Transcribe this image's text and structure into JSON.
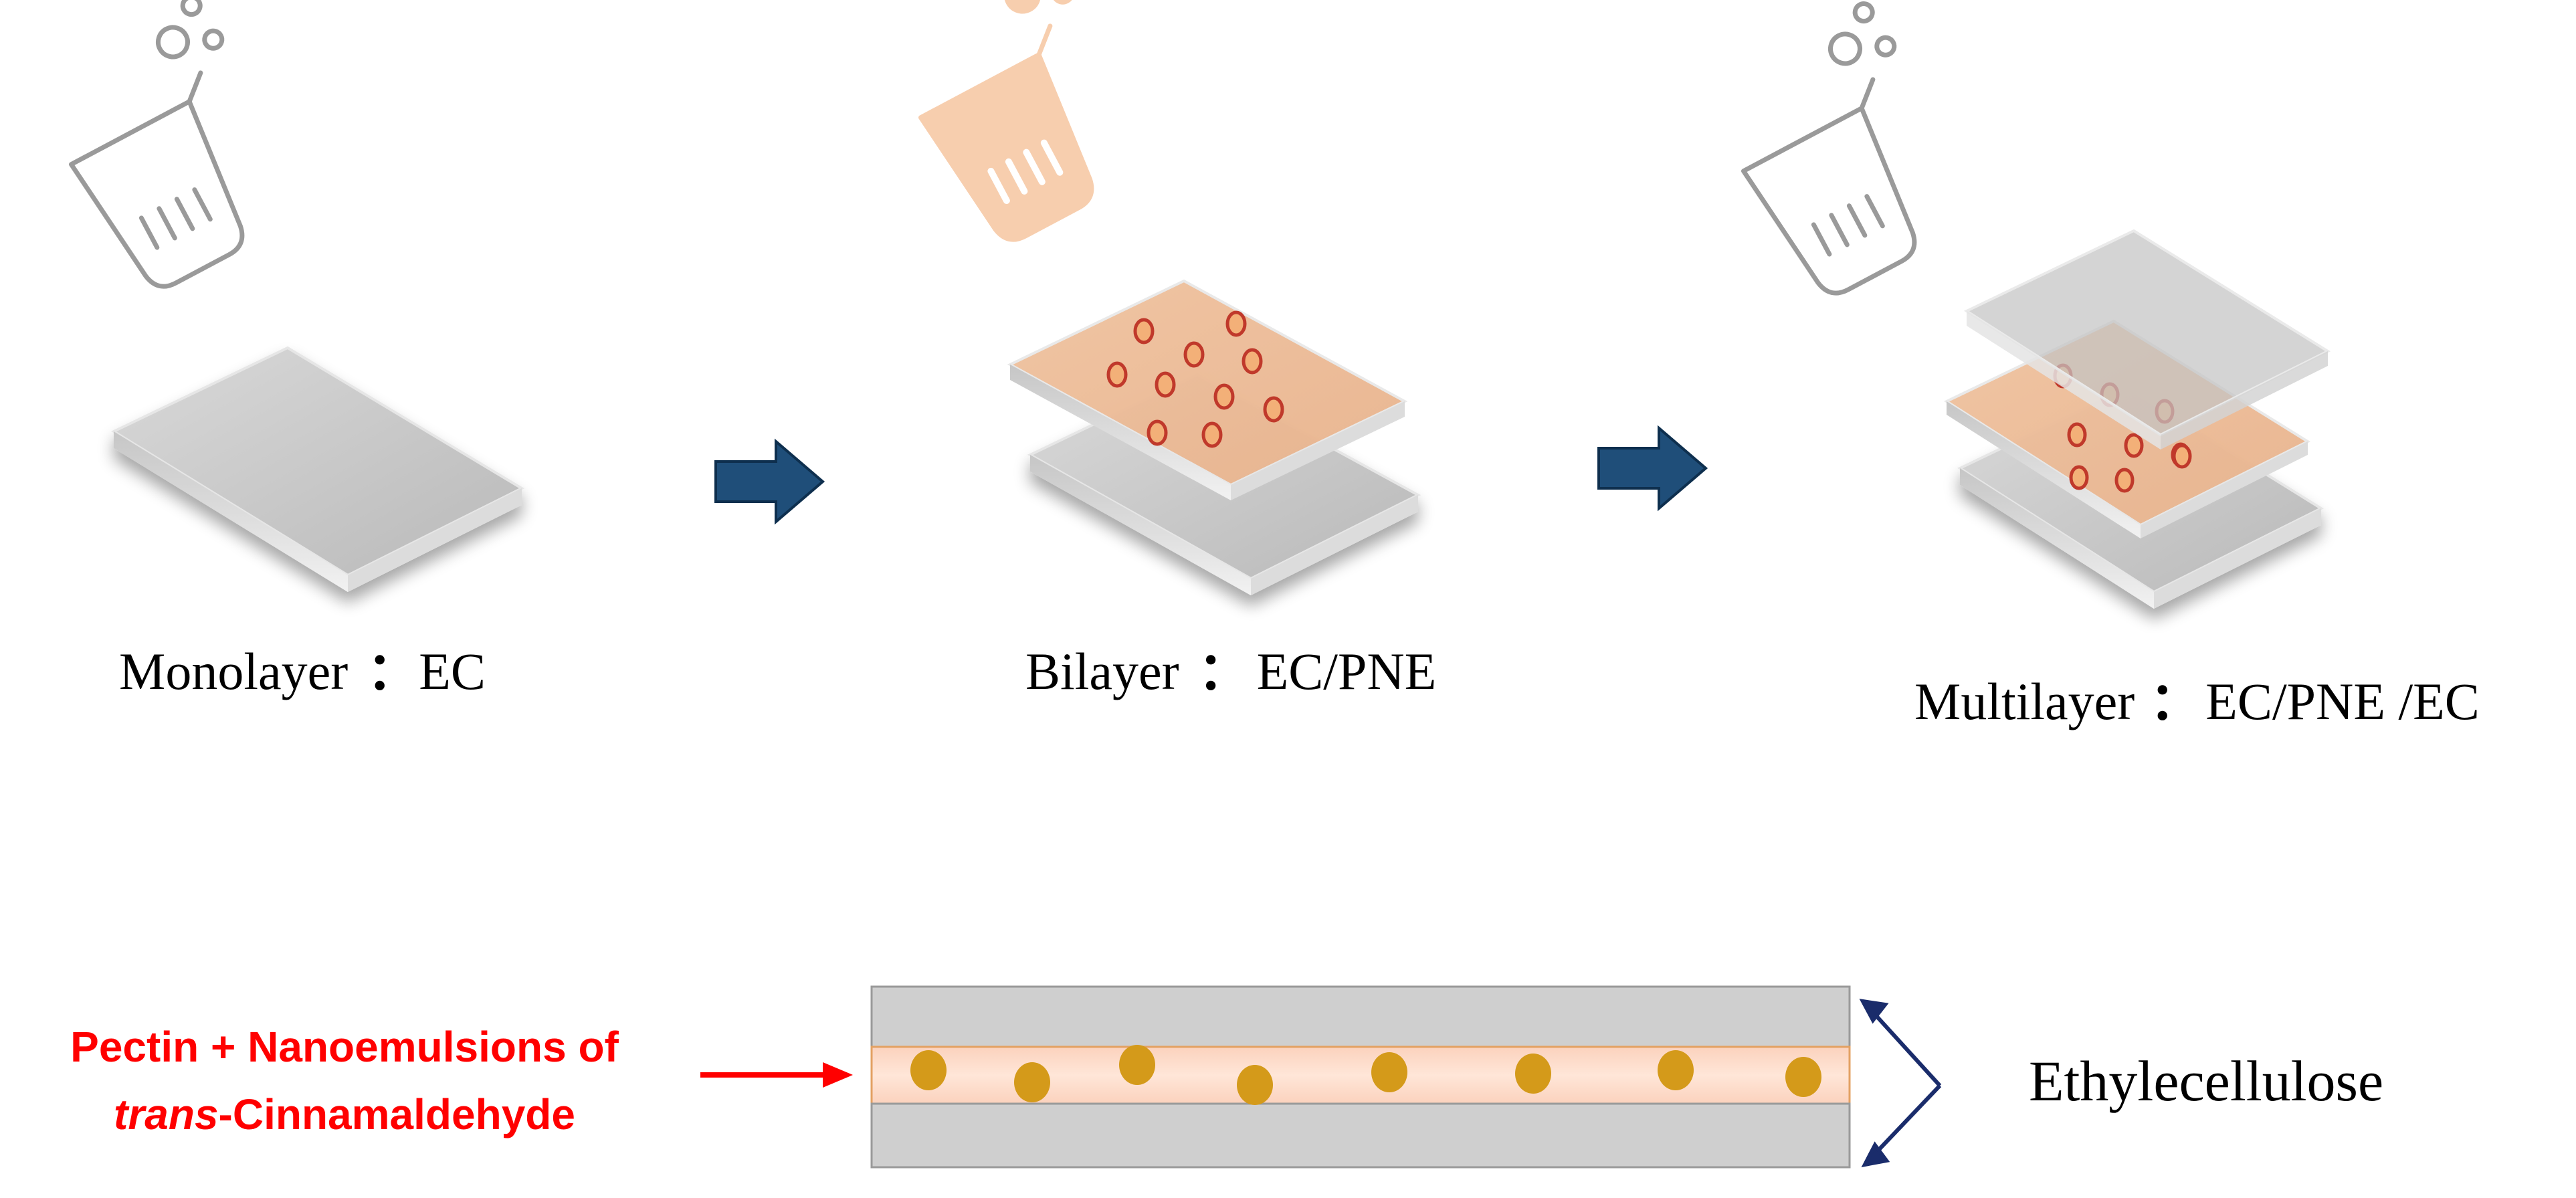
{
  "stages": [
    {
      "name": "Monolayer",
      "separator": "：",
      "formula": "EC"
    },
    {
      "name": "Bilayer",
      "separator": "：",
      "formula": "EC/PNE"
    },
    {
      "name": "Multilayer",
      "separator": "：",
      "formula": "EC/PNE /EC"
    }
  ],
  "cross_section": {
    "core_label_line1": "Pectin + Nanoemulsions of",
    "core_label_line2_italic": "trans",
    "core_label_line2_rest": "-Cinnamaldehyde",
    "outer_label": "Ethylecellulose"
  },
  "icons": {
    "lab_icon_1": "beaker-icon",
    "lab_icon_2": "beaker-icon-orange",
    "lab_icon_3": "beaker-icon"
  },
  "colors": {
    "arrow": "#1f4e79",
    "film_gray": "#c8c8c8",
    "pne_layer": "#f6c7a6",
    "droplet_fill": "#f3b078",
    "droplet_stroke": "#c0392b",
    "pointer_red": "#ff0000",
    "label_red": "#ff0000",
    "brace_navy": "#1a2c6b",
    "core_droplet": "#d49a1a",
    "beaker_orange": "#f7c9a6",
    "beaker_gray": "#9a9a9a"
  }
}
